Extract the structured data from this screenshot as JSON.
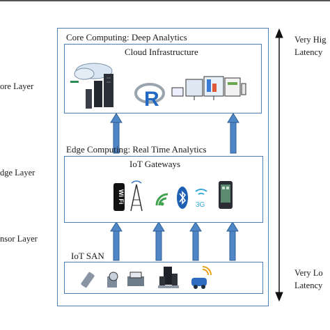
{
  "layers": {
    "core": "ore Layer",
    "edge": "dge Layer",
    "sensor": "nsor Layer"
  },
  "core_section": {
    "title": "Core Computing: Deep Analytics",
    "panel_title": "Cloud Infrastructure"
  },
  "edge_section": {
    "title": "Edge Computing: Real Time Analytics",
    "panel_title": "IoT Gateways"
  },
  "sensor_section": {
    "panel_title": "IoT SAN"
  },
  "latency": {
    "top_line1": "Very Hig",
    "top_line2": "Latency",
    "bottom_line1": "Very Lo",
    "bottom_line2": "Latency"
  },
  "icons": {
    "wifi_text": "Wi Fi",
    "threeg_text": "3G",
    "r_logo": "R"
  },
  "colors": {
    "border": "#4a7fb5",
    "arrow": "#4f86c6",
    "arrow_stroke": "#2f5f95"
  }
}
